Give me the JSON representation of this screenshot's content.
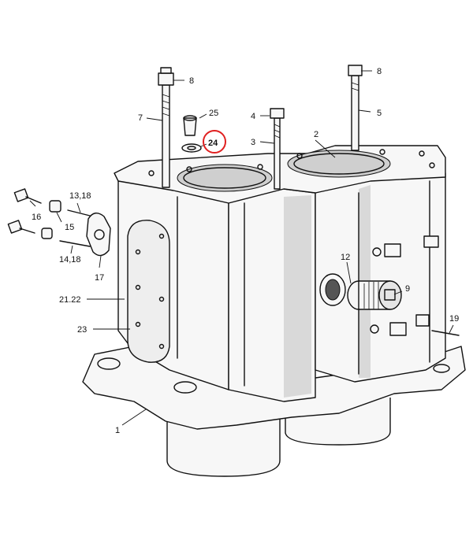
{
  "callouts": {
    "c1": "1",
    "c2": "2",
    "c3": "3",
    "c4": "4",
    "c5": "5",
    "c7": "7",
    "c8a": "8",
    "c8b": "8",
    "c9": "9",
    "c12": "12",
    "c13_18": "13,18",
    "c14_18": "14,18",
    "c15": "15",
    "c16": "16",
    "c17": "17",
    "c19": "19",
    "c21_22": "21.22",
    "c23": "23",
    "c24": "24",
    "c25": "25"
  },
  "highlight": {
    "callout": "24",
    "color": "#e02020"
  }
}
